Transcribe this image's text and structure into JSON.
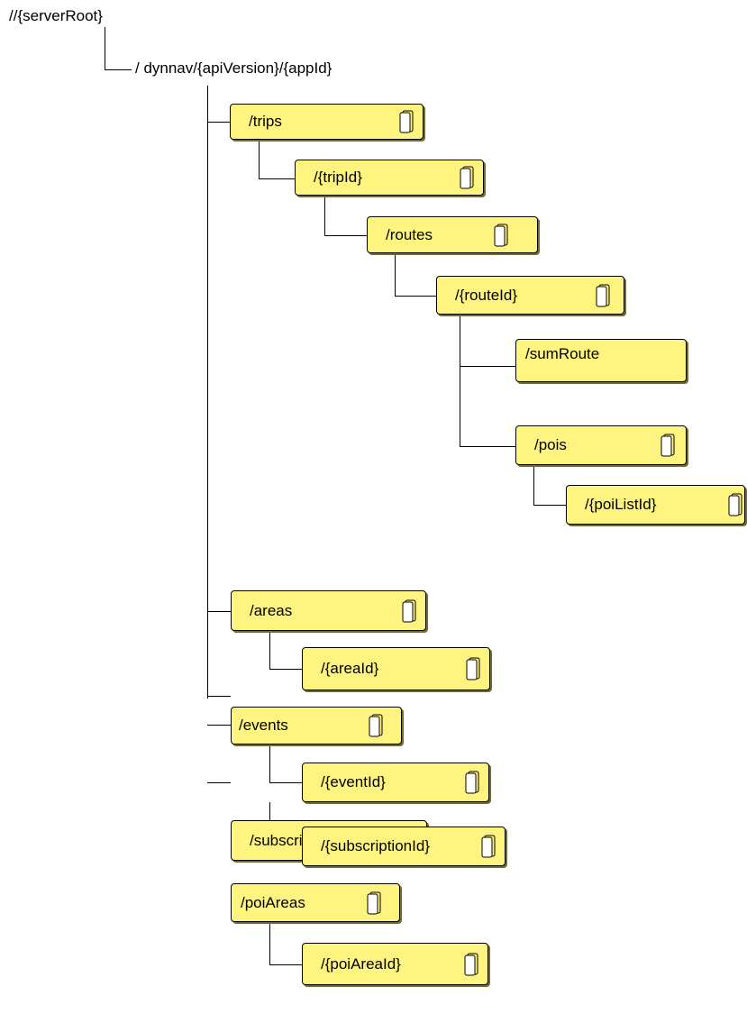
{
  "root": {
    "label": "//{serverRoot}"
  },
  "base": {
    "label": "/ dynnav/{apiVersion}/{appId}"
  },
  "nodes": {
    "trips": {
      "label": "/trips",
      "icon": "document-icon"
    },
    "tripId": {
      "label": "/{tripId}",
      "icon": "document-icon"
    },
    "routes": {
      "label": "/routes",
      "icon": "document-icon"
    },
    "routeId": {
      "label": "/{routeId}",
      "icon": "document-icon"
    },
    "sumRoute": {
      "label": "/sumRoute"
    },
    "pois": {
      "label": "/pois",
      "icon": "document-icon"
    },
    "poiListId": {
      "label": "/{poiListId}",
      "icon": "document-icon"
    },
    "areas": {
      "label": "/areas",
      "icon": "document-icon"
    },
    "areaId": {
      "label": "/{areaId}",
      "icon": "document-icon"
    },
    "events": {
      "label": "/events",
      "icon": "document-icon"
    },
    "eventId": {
      "label": "/{eventId}",
      "icon": "document-icon"
    },
    "subscriptions": {
      "label": "/subscriptions",
      "icon": "document-icon"
    },
    "subscriptionId": {
      "label": "/{subscriptionId}",
      "icon": "document-icon"
    },
    "poiAreas": {
      "label": "/poiAreas",
      "icon": "document-icon"
    },
    "poiAreaId": {
      "label": "/{poiAreaId}",
      "icon": "document-icon"
    }
  },
  "colors": {
    "node_fill": "#fff47f",
    "line": "#000000"
  }
}
